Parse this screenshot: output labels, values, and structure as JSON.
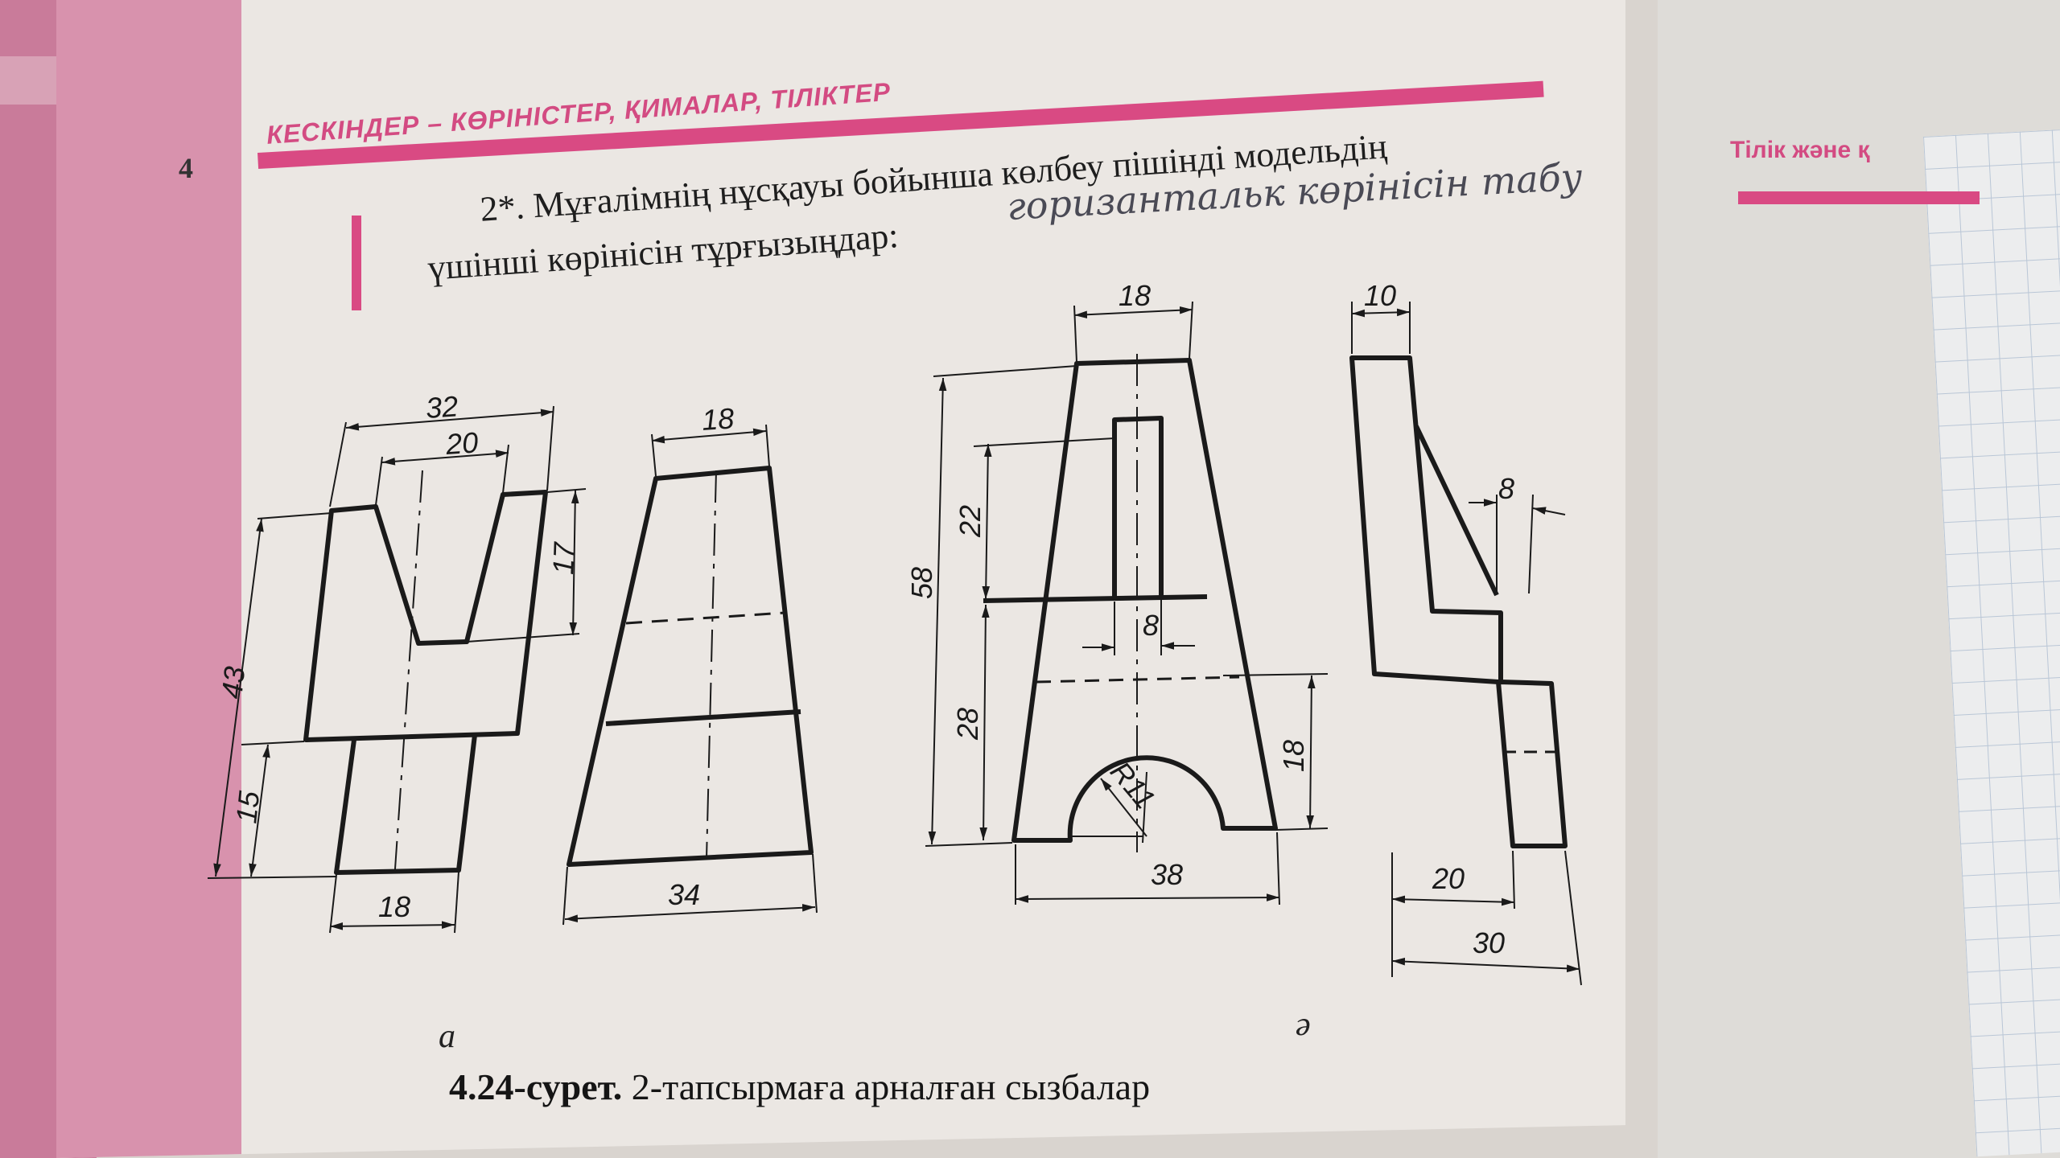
{
  "header": {
    "page_number": "4",
    "section_title": "КЕСКІНДЕР – КӨРІНІСТЕР, ҚИМАЛАР, ТІЛІКТЕР",
    "right_header": "Тілік және қ"
  },
  "task": {
    "line1": "2*. Мұғалімнің нұсқауы бойынша көлбеу пішінді модельдің",
    "line2": "үшінші көрінісін тұрғызыңдар:",
    "handwriting": "горизантальк көрінісін табу"
  },
  "figure": {
    "caption_bold": "4.24-сурет.",
    "caption_text": " 2-тапсырмаға арналған сызбалар",
    "label_a": "а",
    "label_e": "ә",
    "dimensions_a": [
      "32",
      "20",
      "17",
      "43",
      "15",
      "18",
      "18",
      "34"
    ],
    "dimensions_e": [
      "18",
      "10",
      "58",
      "22",
      "28",
      "8",
      "8",
      "18",
      "R11",
      "38",
      "20",
      "30"
    ]
  },
  "colors": {
    "accent": "#d94a83",
    "page": "#ebe7e3",
    "ink": "#1a1a1a"
  }
}
